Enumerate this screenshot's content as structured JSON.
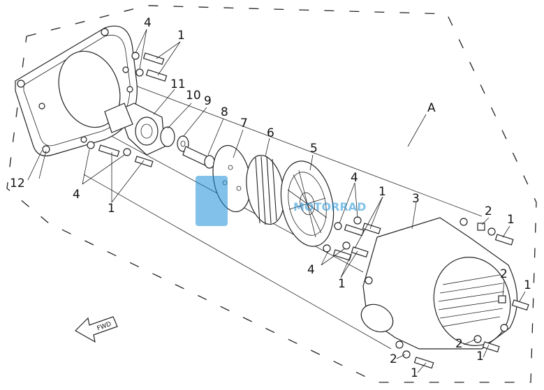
{
  "diagram": {
    "view_label": "A",
    "direction_arrow_text": "FWD",
    "watermark_text": "MOTORRAD",
    "callouts": {
      "c1": "1",
      "c2": "2",
      "c3": "3",
      "c4": "4",
      "c5": "5",
      "c6": "6",
      "c7": "7",
      "c8": "8",
      "c9": "9",
      "c10": "10",
      "c11": "11",
      "c12": "12"
    }
  }
}
